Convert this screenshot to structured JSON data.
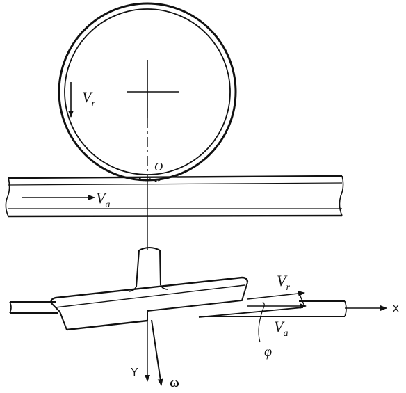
{
  "labels": {
    "roll_velocity": {
      "symbol": "V",
      "subscript": "r"
    },
    "feed_velocity": {
      "symbol": "V",
      "subscript": "a"
    },
    "contact_point": "O",
    "tool_velocity_r": {
      "symbol": "V",
      "subscript": "r"
    },
    "tool_velocity_a": {
      "symbol": "V",
      "subscript": "a"
    },
    "angle": "φ",
    "axis_x": "X",
    "axis_y": "Y",
    "omega": "ω"
  },
  "colors": {
    "ink": "#111111",
    "background": "#ffffff"
  }
}
